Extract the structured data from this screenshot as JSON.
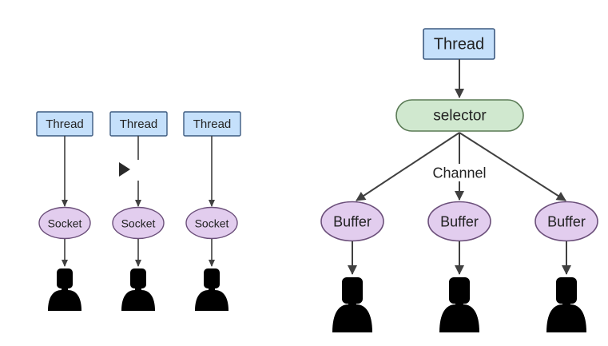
{
  "blocking_model": {
    "threads": [
      {
        "label": "Thread"
      },
      {
        "label": "Thread"
      },
      {
        "label": "Thread"
      }
    ],
    "sockets": [
      {
        "label": "Socket"
      },
      {
        "label": "Socket"
      },
      {
        "label": "Socket"
      }
    ]
  },
  "nio_model": {
    "thread_label": "Thread",
    "selector_label": "selector",
    "channel_label": "Channel",
    "buffers": [
      {
        "label": "Buffer"
      },
      {
        "label": "Buffer"
      },
      {
        "label": "Buffer"
      }
    ]
  },
  "icons": {
    "user": "user-silhouette-icon",
    "play": "play-icon"
  },
  "colors": {
    "thread_fill": "#c5e0fb",
    "thread_stroke": "#3d5a80",
    "selector_fill": "#d0e8cf",
    "selector_stroke": "#5a7a55",
    "ellipse_fill": "#e2cdee",
    "ellipse_stroke": "#6b4f7a",
    "edge": "#404040"
  }
}
